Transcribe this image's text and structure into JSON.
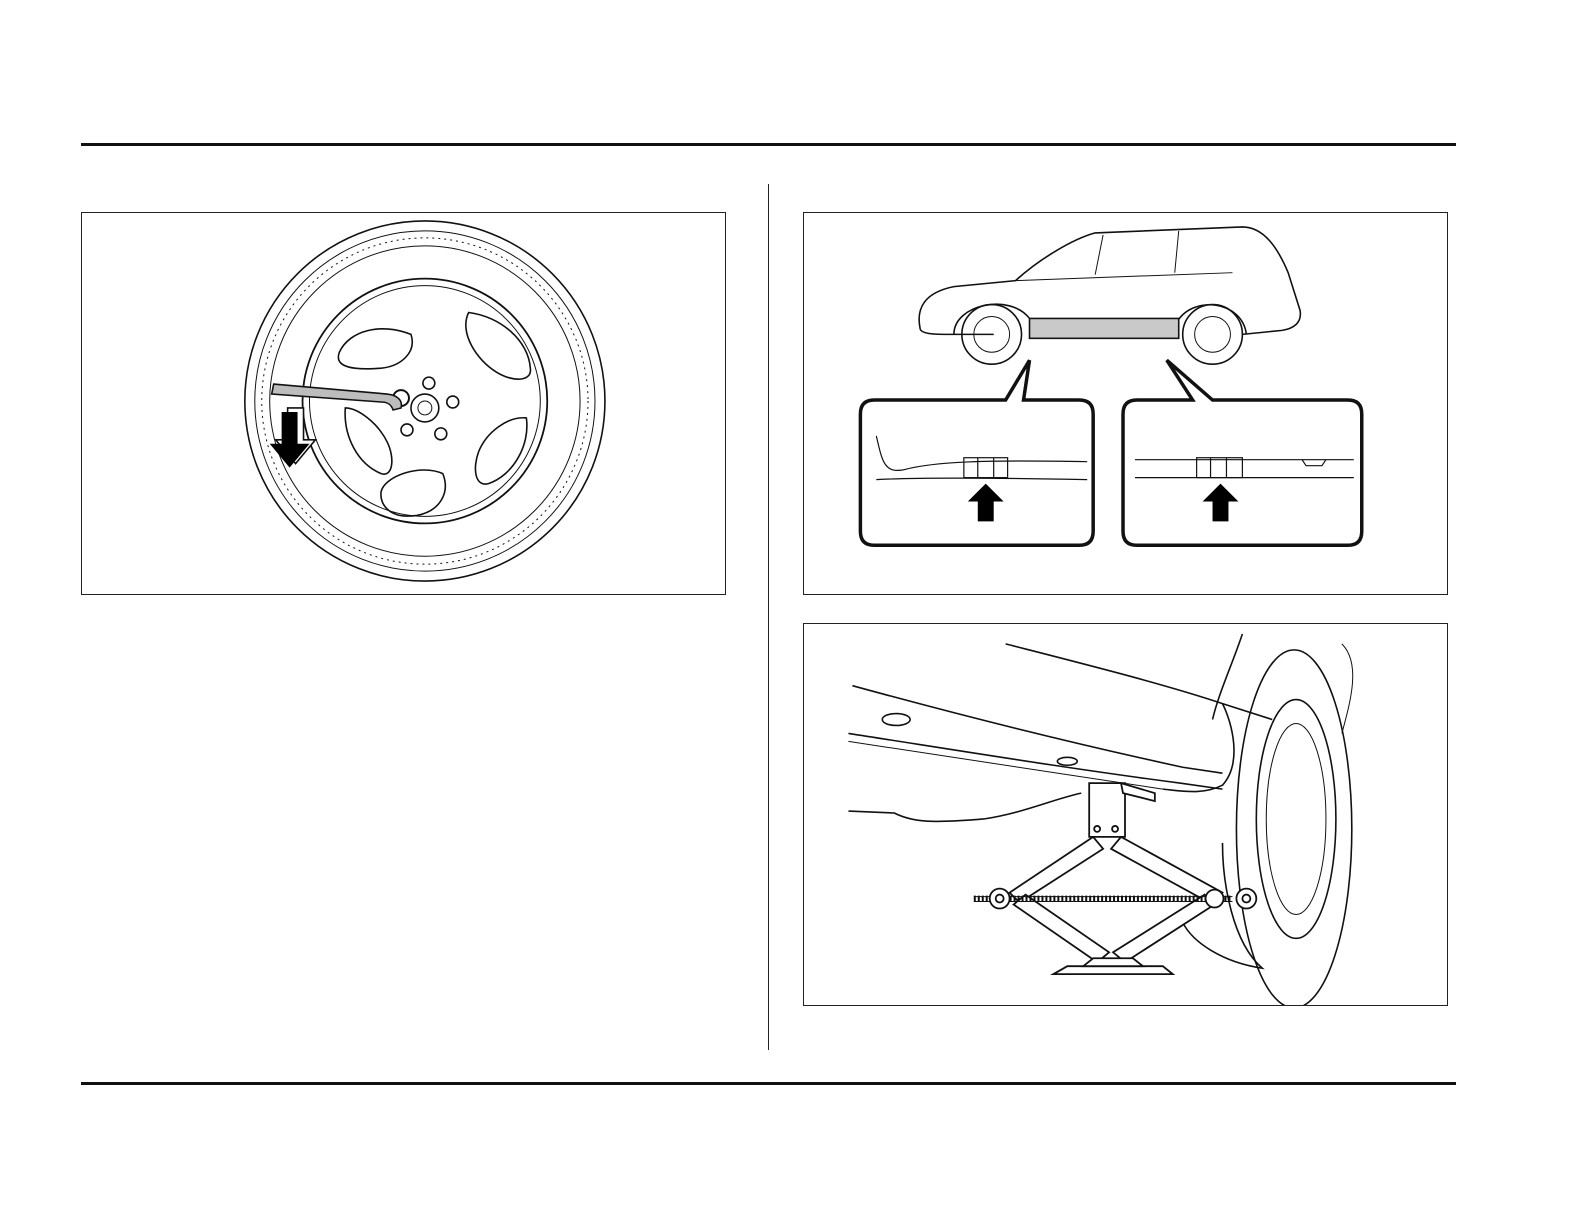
{
  "page": {
    "figures": [
      {
        "id": "wheel-nut-removal"
      },
      {
        "id": "jack-points"
      },
      {
        "id": "jack-positioned"
      }
    ]
  },
  "colors": {
    "line": "#111111",
    "panel_gray": "#c9c9c9",
    "wrench_gray": "#bdbdbd",
    "fill_black": "#000000"
  },
  "icons": [
    "down-arrow-icon",
    "up-arrow-icon"
  ]
}
